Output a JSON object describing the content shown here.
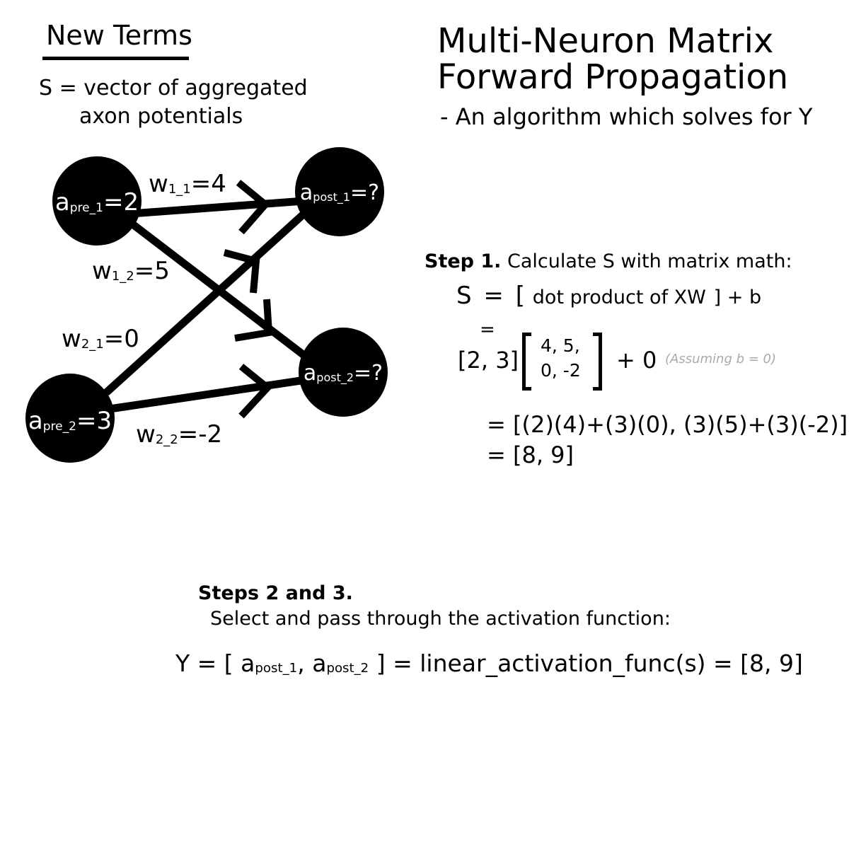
{
  "new_terms": {
    "heading": "New Terms",
    "definition_line1": "S = vector of aggregated",
    "definition_line2": "axon potentials"
  },
  "title": {
    "line1": "Multi-Neuron Matrix",
    "line2": "Forward Propagation",
    "subtitle": "- An algorithm which solves for Y"
  },
  "network": {
    "nodes": {
      "pre_1": {
        "base": "a",
        "sub": "pre_1",
        "value": "=2"
      },
      "pre_2": {
        "base": "a",
        "sub": "pre_2",
        "value": "=3"
      },
      "post_1": {
        "base": "a",
        "sub": "post_1",
        "value": "=?"
      },
      "post_2": {
        "base": "a",
        "sub": "post_2",
        "value": "=?"
      }
    },
    "weights": {
      "w11": {
        "base": "w",
        "sub": "1_1",
        "value": "=4"
      },
      "w12": {
        "base": "w",
        "sub": "1_2",
        "value": "=5"
      },
      "w21": {
        "base": "w",
        "sub": "2_1",
        "value": "=0"
      },
      "w22": {
        "base": "w",
        "sub": "2_2",
        "value": "=-2"
      }
    }
  },
  "step1": {
    "label": "Step 1.",
    "description": "Calculate S with matrix math:",
    "eq_s": "S",
    "eq_equals": "=",
    "eq_open": "[",
    "eq_dot": "dot product of XW",
    "eq_close_plus_b": "] + b",
    "equals_under": "=",
    "x_vector": "[2, 3]",
    "matrix_row1": "4,  5,",
    "matrix_row2": "0, -2",
    "plus_bias": "+ 0",
    "assumption": "(Assuming b = 0)",
    "expansion": "= [(2)(4)+(3)(0), (3)(5)+(3)(-2)]",
    "result": "= [8, 9]"
  },
  "steps23": {
    "label": "Steps 2 and 3.",
    "description": "Select and pass through the activation function:",
    "eq_start": "Y = [",
    "a1_base": "a",
    "a1_sub": "post_1",
    "comma": ",",
    "a2_base": "a",
    "a2_sub": "post_2",
    "eq_end": "] = linear_activation_func(s) = [8, 9]"
  },
  "colors": {
    "node_fill": "#000000",
    "node_text": "#ffffff",
    "assumption_text": "#aaaaaa"
  }
}
